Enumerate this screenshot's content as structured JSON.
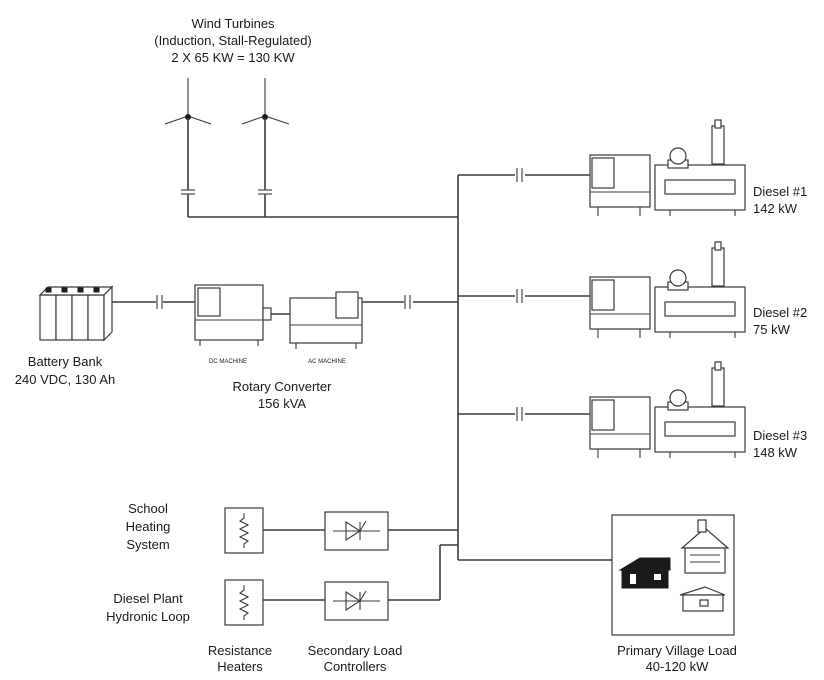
{
  "wind": {
    "title": "Wind Turbines",
    "subtitle": "(Induction, Stall-Regulated)",
    "capacity": "2 X 65 KW = 130 KW"
  },
  "diesels": [
    {
      "name": "Diesel #1",
      "rating": "142 kW"
    },
    {
      "name": "Diesel #2",
      "rating": "75 kW"
    },
    {
      "name": "Diesel #3",
      "rating": "148 kW"
    }
  ],
  "battery": {
    "name": "Battery Bank",
    "rating": "240 VDC, 130 Ah"
  },
  "converter": {
    "dc_label": "DC MACHINE",
    "ac_label": "AC MACHINE",
    "name": "Rotary Converter",
    "rating": "156 kVA"
  },
  "loads": {
    "school_line1": "School",
    "school_line2": "Heating",
    "school_line3": "System",
    "plant_line1": "Diesel Plant",
    "plant_line2": "Hydronic Loop",
    "heaters_line1": "Resistance",
    "heaters_line2": "Heaters",
    "controllers_line1": "Secondary Load",
    "controllers_line2": "Controllers",
    "village_line1": "Primary Village Load",
    "village_line2": "40-120 kW"
  }
}
